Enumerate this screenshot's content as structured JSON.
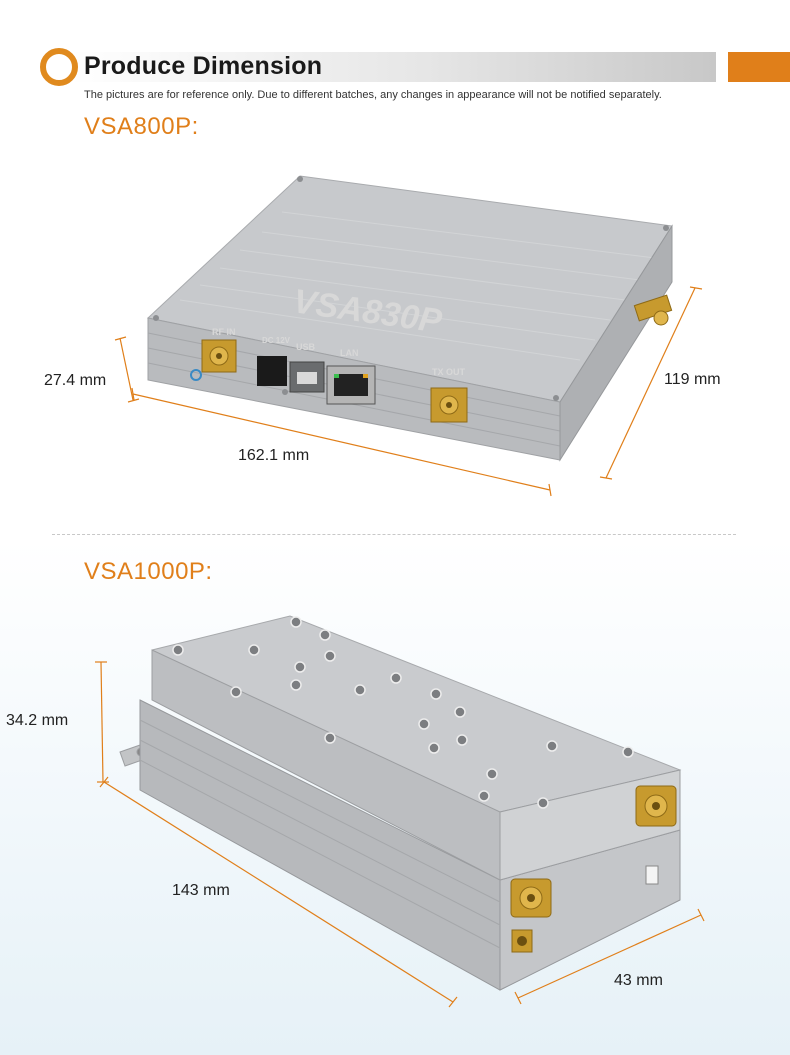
{
  "header": {
    "title": "Produce Dimension",
    "notice": "The pictures are for reference only. Due to different batches, any changes in appearance will not be notified separately.",
    "accent_color": "#e07f1a",
    "icon": "ring-icon"
  },
  "products": [
    {
      "model": "VSA800P:",
      "label_color": "#e07f1a",
      "casing_text": "VSA830P",
      "ports": [
        "RF IN",
        "DC 12V",
        "USB",
        "LAN",
        "TX OUT"
      ],
      "dimensions": {
        "height": "27.4 mm",
        "length": "162.1 mm",
        "width": "119 mm"
      }
    },
    {
      "model": "VSA1000P:",
      "label_color": "#e07f1a",
      "dimensions": {
        "height": "34.2 mm",
        "length": "143 mm",
        "width": "43 mm"
      }
    }
  ]
}
